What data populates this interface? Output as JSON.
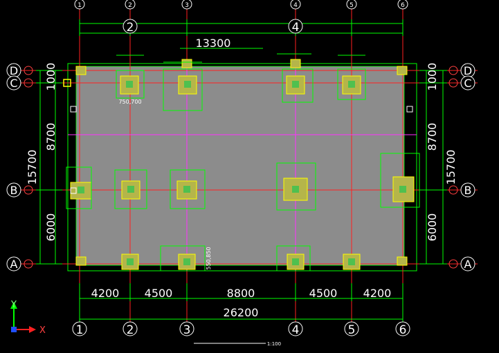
{
  "drawing": {
    "top_overall_dim": "13300",
    "bottom_dims": [
      "4200",
      "4500",
      "8800",
      "4500",
      "4200"
    ],
    "bottom_total": "26200",
    "left_dims": [
      "1000",
      "8700",
      "6000"
    ],
    "left_total": "15700",
    "right_dims": [
      "1000",
      "8700",
      "6000"
    ],
    "right_total": "15700",
    "col_axes": [
      "1",
      "2",
      "3",
      "4",
      "5",
      "6"
    ],
    "row_axes": [
      "D",
      "C",
      "B",
      "A"
    ],
    "top_bubble_labels": [
      "2",
      "4"
    ],
    "ucs": {
      "y": "Y",
      "x": "X"
    },
    "annotation_1": "750,700",
    "annotation_2": "550,850",
    "scale_note": "1:100"
  },
  "colors": {
    "slab": "#8c8c8c",
    "column": "#b5b54a",
    "outline": "#ffff00",
    "dim": "#00ff00",
    "axis": "#ff2020"
  }
}
